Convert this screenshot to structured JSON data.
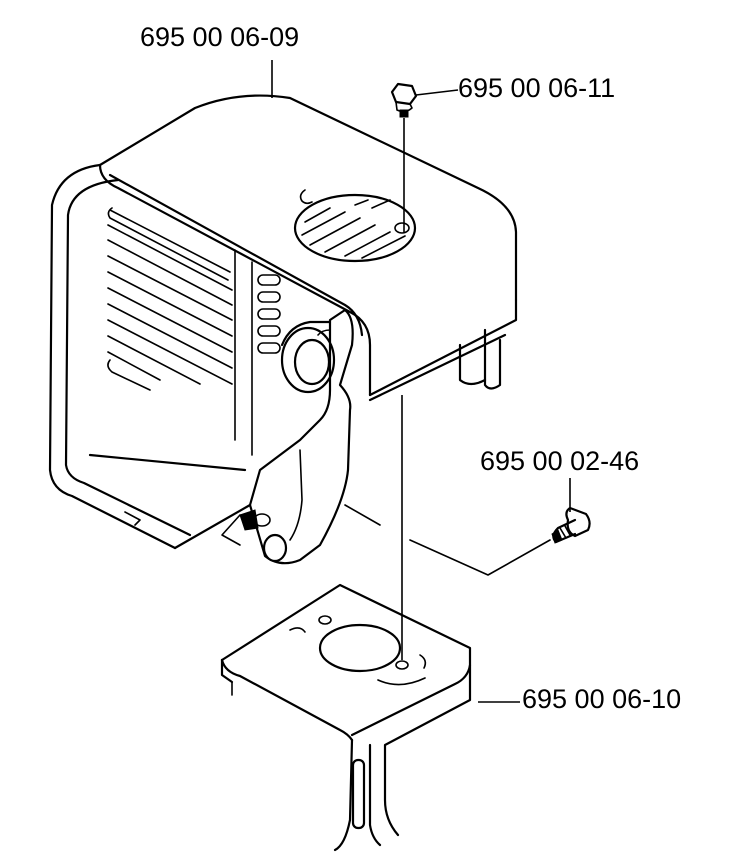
{
  "parts": [
    {
      "id": "cover",
      "number": "695 00 06-09"
    },
    {
      "id": "screw-top",
      "number": "695 00 06-11"
    },
    {
      "id": "screw-side",
      "number": "695 00 02-46"
    },
    {
      "id": "bracket",
      "number": "695 00 06-10"
    }
  ]
}
